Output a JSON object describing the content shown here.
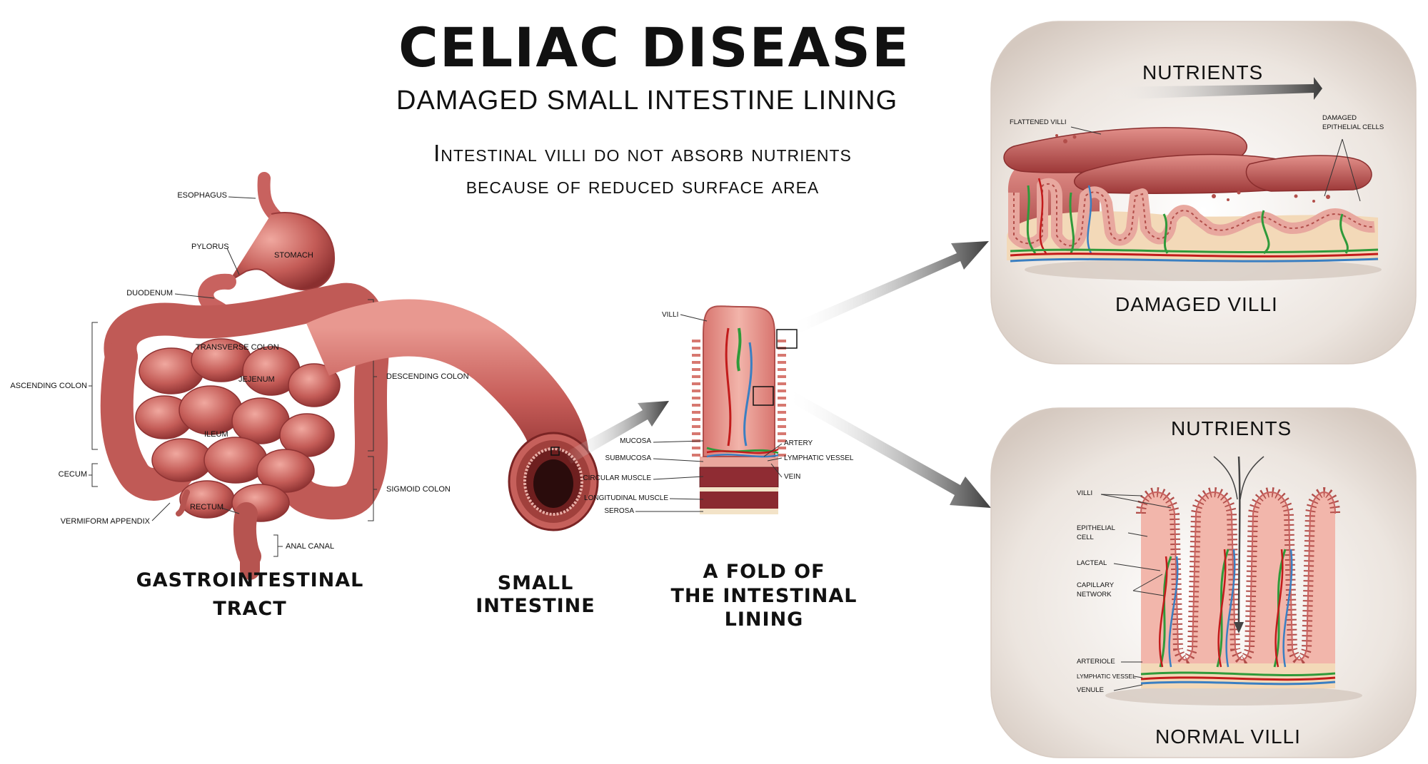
{
  "header": {
    "title": "CELIAC DISEASE",
    "subtitle": "DAMAGED SMALL INTESTINE LINING",
    "description_line1": "Intestinal villi do not absorb nutrients",
    "description_line2": "because of reduced surface area"
  },
  "gi_tract": {
    "caption_line1": "GASTROINTESTINAL",
    "caption_line2": "TRACT",
    "labels": {
      "esophagus": "ESOPHAGUS",
      "pylorus": "PYLORUS",
      "stomach": "STOMACH",
      "duodenum": "DUODENUM",
      "transverse_colon": "TRANSVERSE COLON",
      "jejenum": "JEJENUM",
      "ascending_colon": "ASCENDING COLON",
      "descending_colon": "DESCENDING COLON",
      "ileum": "ILEUM",
      "cecum": "CECUM",
      "sigmoid_colon": "SIGMOID COLON",
      "rectum": "RECTUM",
      "vermiform_appendix": "VERMIFORM APPENDIX",
      "anal_canal": "ANAL CANAL"
    }
  },
  "small_intestine": {
    "caption_line1": "SMALL",
    "caption_line2": "INTESTINE"
  },
  "fold": {
    "caption_line1": "A FOLD OF",
    "caption_line2": "THE INTESTINAL",
    "caption_line3": "LINING",
    "labels": {
      "villi": "VILLI",
      "mucosa": "MUCOSA",
      "submucosa": "SUBMUCOSA",
      "circular_muscle": "CIRCULAR MUSCLE",
      "longitudinal_muscle": "LONGITUDINAL MUSCLE",
      "serosa": "SEROSA",
      "artery": "ARTERY",
      "lymphatic_vessel": "LYMPHATIC VESSEL",
      "vein": "VEIN"
    }
  },
  "damaged_panel": {
    "nutrients": "NUTRIENTS",
    "title": "DAMAGED VILLI",
    "flattened_villi": "FLATTENED VILLI",
    "damaged_cells_line1": "DAMAGED",
    "damaged_cells_line2": "EPITHELIAL CELLS"
  },
  "normal_panel": {
    "nutrients": "NUTRIENTS",
    "title": "NORMAL VILLI",
    "villi": "VILLI",
    "epithelial_line1": "EPITHELIAL",
    "epithelial_line2": "CELL",
    "lacteal": "LACTEAL",
    "capillary_line1": "CAPILLARY",
    "capillary_line2": "NETWORK",
    "arteriole": "ARTERIOLE",
    "lymphatic_vessel": "LYMPHATIC VESSEL",
    "venule": "VENULE"
  },
  "colors": {
    "tissue": "#c8625f",
    "tissue_dark": "#8f3030",
    "tissue_light": "#e39a92",
    "artery": "#c21b1b",
    "vein": "#3a7fc2",
    "lymph": "#2f9a3a",
    "panel_bg": "#e6ddd6"
  }
}
